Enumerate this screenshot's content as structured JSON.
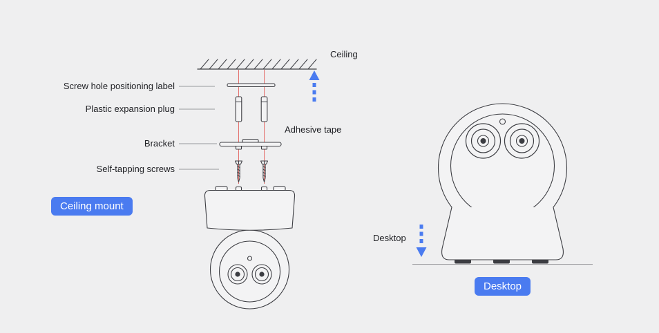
{
  "colors": {
    "background": "#efeff0",
    "illustration_fill": "#f3f3f4",
    "line": "#3c3d42",
    "accent_blue": "#4a7bf0",
    "red_guide": "#e2524d",
    "leader_line": "#97989c",
    "ground_line": "#98989b",
    "text": "#1e1f23",
    "badge_text": "#ffffff"
  },
  "ceiling_mount_section": {
    "ceiling_label": "Ceiling",
    "part_labels": {
      "screw_hole": "Screw hole positioning label",
      "expansion_plug": "Plastic expansion plug",
      "bracket": "Bracket",
      "screws": "Self-tapping screws",
      "adhesive_tape": "Adhesive tape"
    },
    "badge_label": "Ceiling mount"
  },
  "desktop_section": {
    "direction_label": "Desktop",
    "badge_label": "Desktop"
  }
}
